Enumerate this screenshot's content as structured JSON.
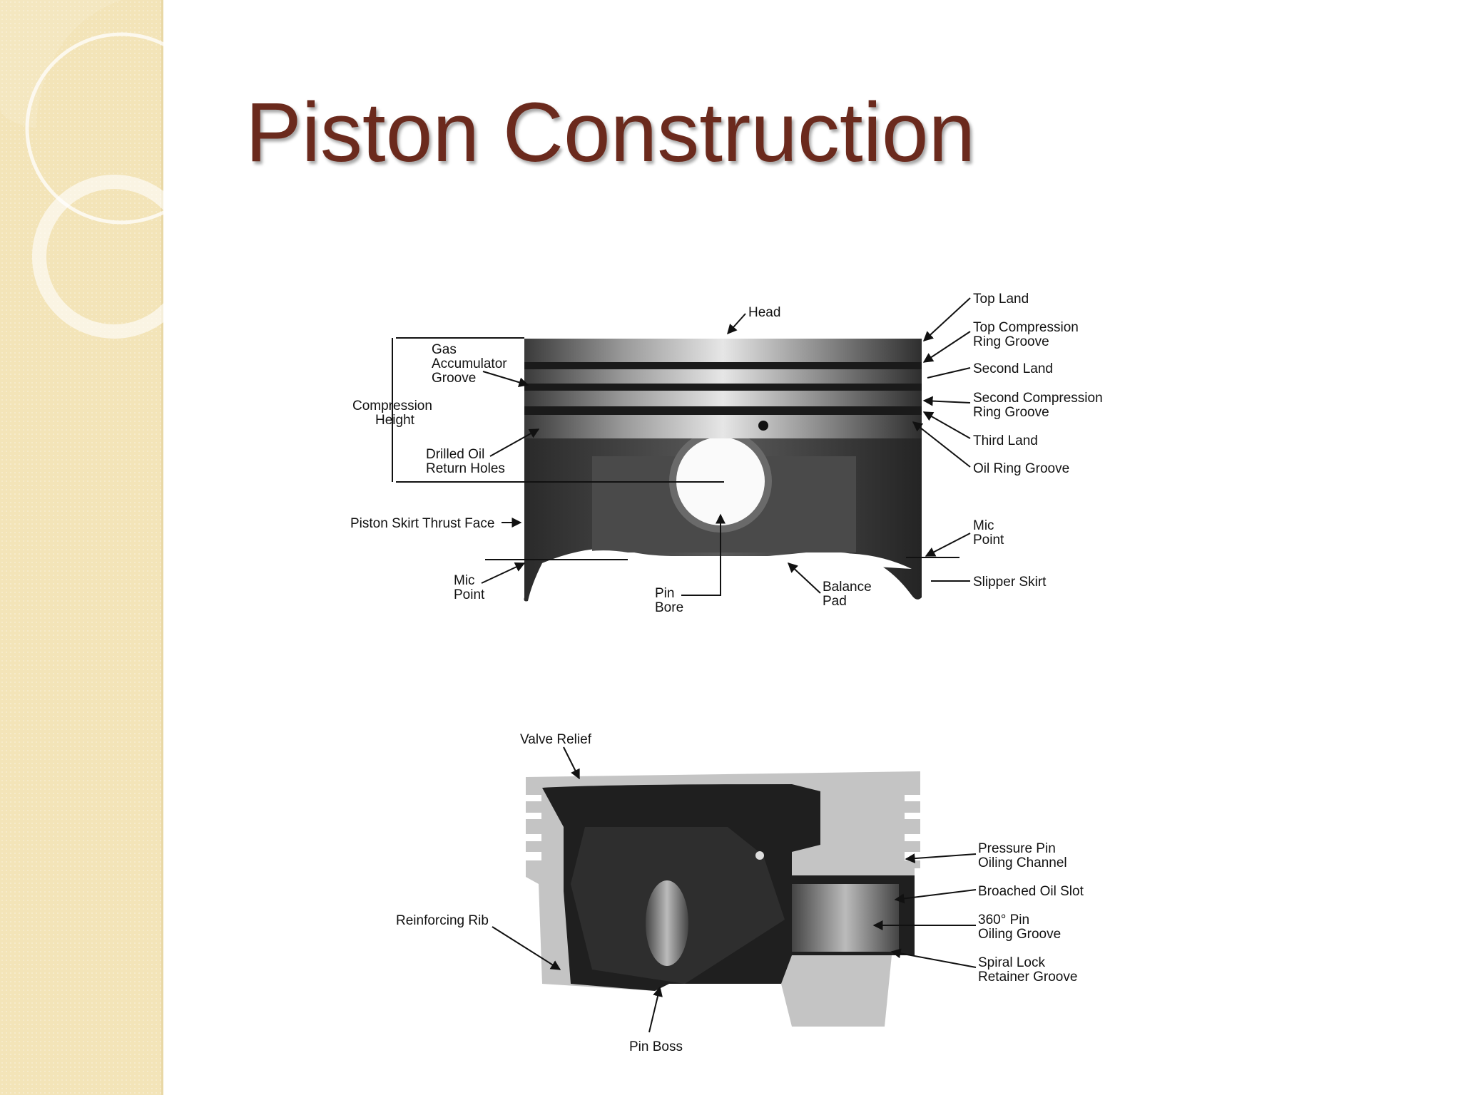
{
  "slide": {
    "title": "Piston Construction",
    "accent_color": "#6b2a1d",
    "sidebar_color": "#f3e4b8"
  },
  "diagram_top": {
    "labels": {
      "head": "Head",
      "top_land": "Top Land",
      "top_comp_1": "Top Compression",
      "top_comp_2": "Ring Groove",
      "second_land": "Second Land",
      "second_comp_1": "Second Compression",
      "second_comp_2": "Ring Groove",
      "third_land": "Third Land",
      "oil_ring_groove": "Oil Ring Groove",
      "mic_point_right_1": "Mic",
      "mic_point_right_2": "Point",
      "slipper_skirt": "Slipper Skirt",
      "gas_acc_1": "Gas",
      "gas_acc_2": "Accumulator",
      "gas_acc_3": "Groove",
      "comp_height_1": "Compression",
      "comp_height_2": "Height",
      "drilled_1": "Drilled Oil",
      "drilled_2": "Return Holes",
      "skirt_thrust": "Piston Skirt Thrust Face",
      "mic_point_left_1": "Mic",
      "mic_point_left_2": "Point",
      "pin_bore_1": "Pin",
      "pin_bore_2": "Bore",
      "balance_1": "Balance",
      "balance_2": "Pad"
    }
  },
  "diagram_bottom": {
    "labels": {
      "valve_relief": "Valve Relief",
      "pressure_1": "Pressure Pin",
      "pressure_2": "Oiling Channel",
      "broached": "Broached Oil Slot",
      "pin_360_1": "360° Pin",
      "pin_360_2": "Oiling Groove",
      "spiral_1": "Spiral Lock",
      "spiral_2": "Retainer Groove",
      "reinforcing": "Reinforcing Rib",
      "pin_boss": "Pin Boss"
    }
  }
}
